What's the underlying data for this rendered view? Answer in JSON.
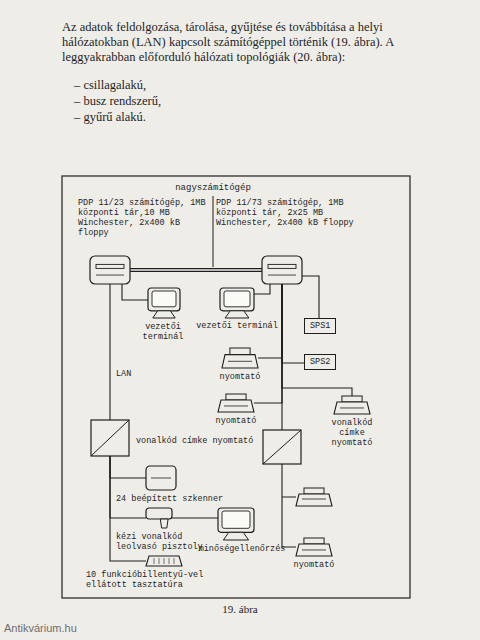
{
  "diagram": {
    "caption": "19. ábra",
    "nodes": [
      {
        "text": [
          "PDP 11/23 számítógép, 1MB központi tár,10 MB Winchester, 2x400 kB floppy"
        ]
      },
      {
        "text": [
          "PDP 11/73 számítógép, 1MB központi tár, 2x25 MB Winchester, 2x400 kB floppy"
        ]
      },
      {
        "text": [
          "vezetői terminál"
        ]
      },
      {
        "text": [
          "vezetői terminál"
        ]
      },
      {
        "text": [
          "SPS1"
        ]
      },
      {
        "text": [
          "SPS2"
        ]
      },
      {
        "text": [
          "nyomtató"
        ]
      },
      {
        "text": [
          "nyomtató"
        ]
      },
      {
        "text": [
          "vonalkód címke nyomtató"
        ]
      },
      {
        "text": [
          "vonalkód címke nyomtató"
        ]
      },
      {
        "text": [
          "24 beépített szkenner"
        ]
      },
      {
        "text": [
          "kézi vonalkód leolvasó pisztoly"
        ]
      },
      {
        "text": [
          "10 funkcióbillentyű-vel ellátott tasztatúra"
        ]
      },
      {
        "text": [
          "minőségellenőrzés"
        ]
      },
      {
        "text": [
          "nyomtató"
        ]
      }
    ],
    "edges": [
      {
        "from": 0,
        "to": 1,
        "arrow": "none"
      },
      {
        "from": 0,
        "to": 2,
        "arrow": "none"
      },
      {
        "from": 1,
        "to": 3,
        "arrow": "none"
      },
      {
        "from": 1,
        "to": 4,
        "arrow": "none"
      },
      {
        "from": 1,
        "to": 5,
        "arrow": "none"
      },
      {
        "from": 1,
        "to": 6,
        "arrow": "none"
      },
      {
        "from": 1,
        "to": 7,
        "arrow": "none"
      },
      {
        "from": 1,
        "to": 8,
        "arrow": "none"
      },
      {
        "from": 0,
        "to": 9,
        "label": "LAN",
        "arrow": "none"
      },
      {
        "from": 9,
        "to": 10,
        "arrow": "none"
      },
      {
        "from": 9,
        "to": 11,
        "arrow": "none"
      },
      {
        "from": 9,
        "to": 12,
        "arrow": "none"
      },
      {
        "from": 11,
        "to": 13,
        "arrow": "none"
      },
      {
        "from": 1,
        "to": 14,
        "arrow": "none"
      }
    ],
    "labels": [
      "Az adatok feldolgozása, tárolása, gyűjtése és továbbítása a helyi hálózatokban (LAN) kapcsolt számítógéppel történik (19. ábra). A leggyakrabban előforduló hálózati topológiák (20. ábra):",
      "– csillagalakú,",
      "– busz rendszerű,",
      "– gyűrű alakú.",
      "nagyszámítógép",
      "Antikvárium.hu"
    ]
  }
}
